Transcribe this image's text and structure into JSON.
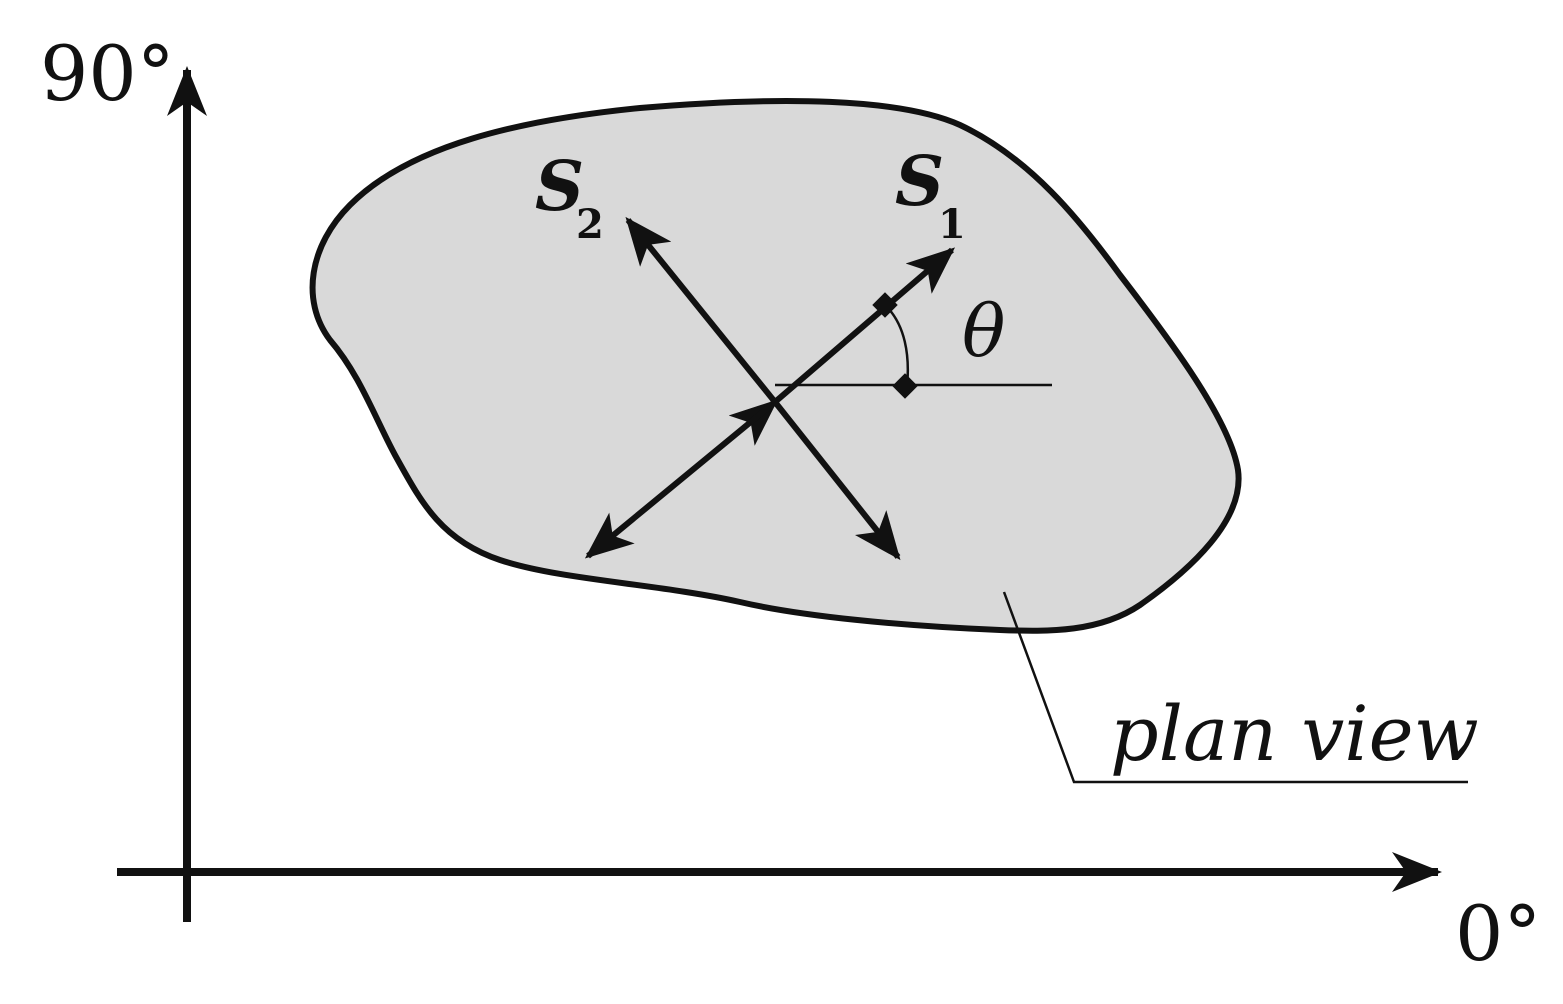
{
  "axes": {
    "y_label": "90°",
    "x_label": "0°"
  },
  "vectors": {
    "s1": {
      "symbol": "S",
      "subscript": "1"
    },
    "s2": {
      "symbol": "S",
      "subscript": "2"
    }
  },
  "angle": {
    "symbol": "θ"
  },
  "callout": {
    "text": "plan view"
  },
  "colors": {
    "region_fill": "#d9d9d9",
    "stroke": "#111111",
    "background": "#ffffff"
  }
}
